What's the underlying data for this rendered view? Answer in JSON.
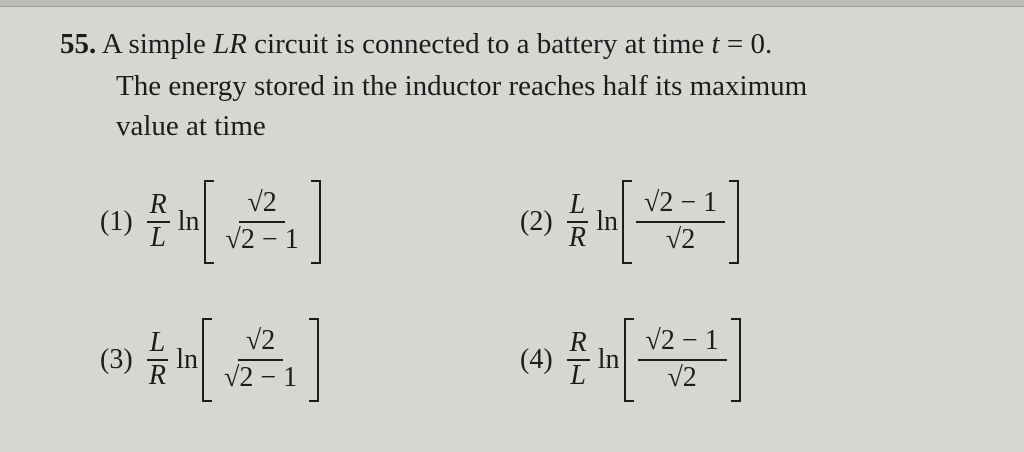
{
  "question": {
    "number": "55.",
    "line1_pre": "A simple ",
    "line1_var": "LR",
    "line1_mid": " circuit is connected to a battery at time ",
    "line1_t": "t",
    "line1_end": " = 0.",
    "line2": "The energy stored in the inductor reaches half its maximum",
    "line3": "value at time"
  },
  "options": [
    {
      "label": "(1)",
      "coef_num": "R",
      "coef_den": "L",
      "ln": "ln",
      "arg_num": "√2",
      "arg_den": "√2 − 1"
    },
    {
      "label": "(2)",
      "coef_num": "L",
      "coef_den": "R",
      "ln": "ln",
      "arg_num": "√2 − 1",
      "arg_den": "√2"
    },
    {
      "label": "(3)",
      "coef_num": "L",
      "coef_den": "R",
      "ln": "ln",
      "arg_num": "√2",
      "arg_den": "√2 − 1"
    },
    {
      "label": "(4)",
      "coef_num": "R",
      "coef_den": "L",
      "ln": "ln",
      "arg_num": "√2 − 1",
      "arg_den": "√2"
    }
  ]
}
